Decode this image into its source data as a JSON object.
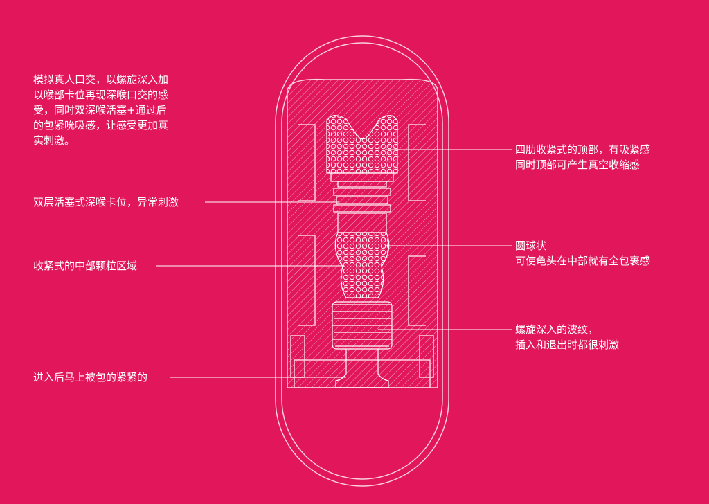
{
  "intro": [
    "模拟真人口交，以螺旋深入加",
    "以喉部卡位再现深喉口交的感",
    "受，同时双深喉活塞+通过后",
    "的包紧吮吸感，让感受更加真",
    "实刺激。"
  ],
  "left_labels": [
    "双层活塞式深喉卡位，异常刺激",
    "收紧式的中部颗粒区域",
    "进入后马上被包的紧紧的"
  ],
  "right_labels": [
    {
      "line1": "四肋收紧式的顶部，有吸紧感",
      "line2": "同时顶部可产生真空收缩感"
    },
    {
      "line1": "圆球状",
      "line2": "可使龟头在中部就有全包裹感"
    },
    {
      "line1": "螺旋深入的波纹，",
      "line2": "插入和退出时都很刺激"
    }
  ],
  "colors": {
    "background": "#e2175b",
    "line": "#ffffff"
  }
}
